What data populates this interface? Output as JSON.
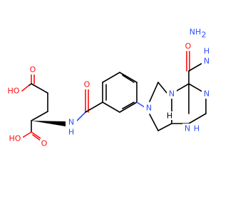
{
  "structure": {
    "atoms": {
      "ho_top": "HO",
      "o_top": "O",
      "ho_bottom": "HO",
      "o_bottom": "O",
      "nh_amide": "N",
      "nh_amide_h": "H",
      "o_amide": "O",
      "n_pyrrolidine": "N",
      "o_ring": "O",
      "nh_ring_top": "N",
      "nh_ring_top_h": "H",
      "nh2": "NH",
      "nh2_sub": "2",
      "n_ring_mid": "N",
      "n_ring_lower": "N",
      "nh_ring_bottom": "N",
      "nh_ring_bottom_h": "H",
      "stereo_h": "H"
    },
    "colors": {
      "oxygen": "#ff0d0d",
      "nitrogen": "#3050f8",
      "carbon": "#000000",
      "background": "#ffffff"
    }
  }
}
